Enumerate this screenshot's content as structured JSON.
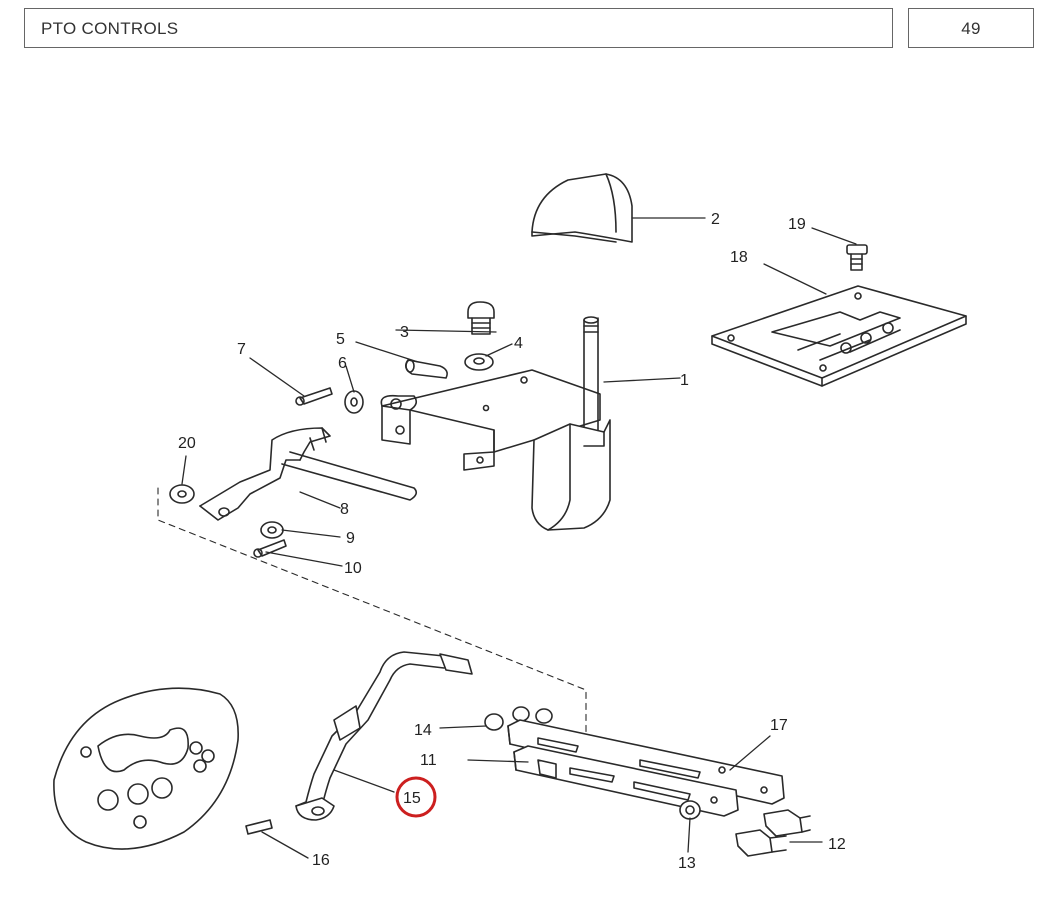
{
  "header": {
    "title": "PTO CONTROLS",
    "page_number": "49"
  },
  "callouts": [
    {
      "id": "1",
      "label": "1"
    },
    {
      "id": "2",
      "label": "2"
    },
    {
      "id": "3",
      "label": "3"
    },
    {
      "id": "4",
      "label": "4"
    },
    {
      "id": "5",
      "label": "5"
    },
    {
      "id": "6",
      "label": "6"
    },
    {
      "id": "7",
      "label": "7"
    },
    {
      "id": "8",
      "label": "8"
    },
    {
      "id": "9",
      "label": "9"
    },
    {
      "id": "10",
      "label": "10"
    },
    {
      "id": "11",
      "label": "11"
    },
    {
      "id": "12",
      "label": "12"
    },
    {
      "id": "13",
      "label": "13"
    },
    {
      "id": "14",
      "label": "14"
    },
    {
      "id": "15",
      "label": "15",
      "highlighted": true
    },
    {
      "id": "16",
      "label": "16"
    },
    {
      "id": "17",
      "label": "17"
    },
    {
      "id": "18",
      "label": "18"
    },
    {
      "id": "19",
      "label": "19"
    },
    {
      "id": "20",
      "label": "20"
    }
  ],
  "colors": {
    "line": "#2a2a2a",
    "highlight": "#cc1f1f"
  }
}
